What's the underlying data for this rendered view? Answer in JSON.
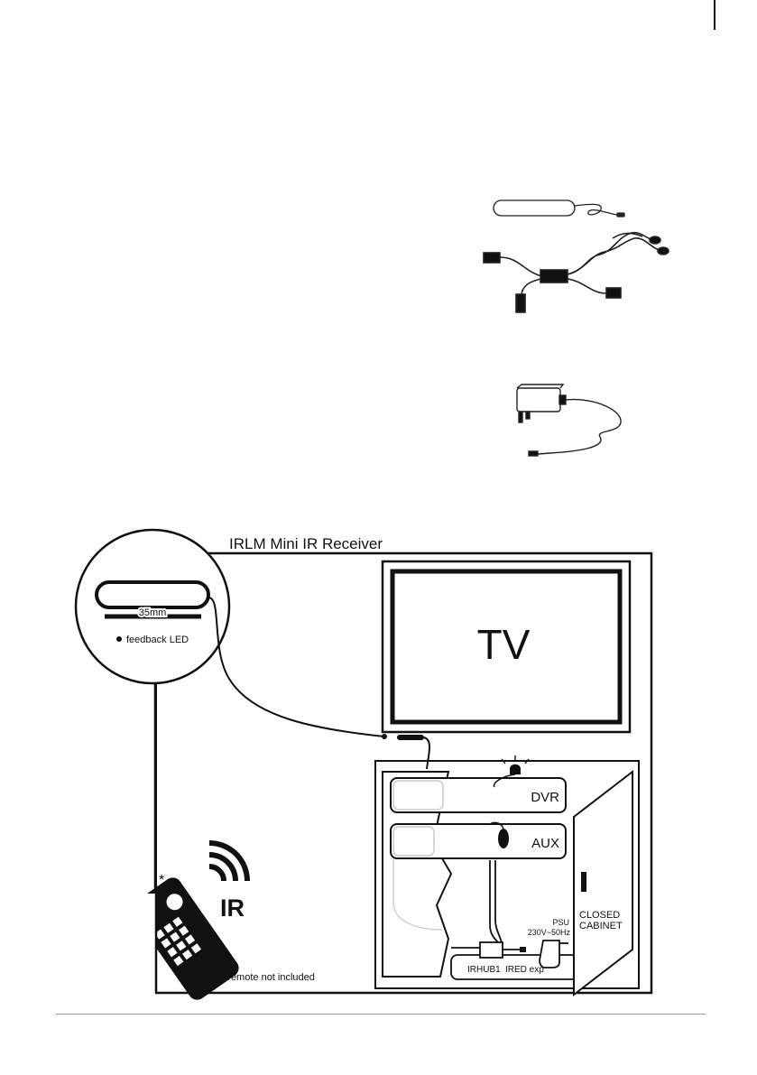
{
  "diagram": {
    "title": "IRLM Mini IR Receiver",
    "callout": {
      "dimension": "35mm",
      "led_label": "feedback LED"
    },
    "tv_label": "TV",
    "devices": [
      "DVR",
      "AUX"
    ],
    "irhub_label": "IRHUB1",
    "ired_label": "IRED exp",
    "psu_label": "PSU",
    "psu_spec": "230V~50Hz",
    "cabinet_label_line1": "CLOSED",
    "cabinet_label_line2": "CABINET",
    "ir_label": "IR",
    "asterisk": "*",
    "remote_note": "*remote not included"
  }
}
